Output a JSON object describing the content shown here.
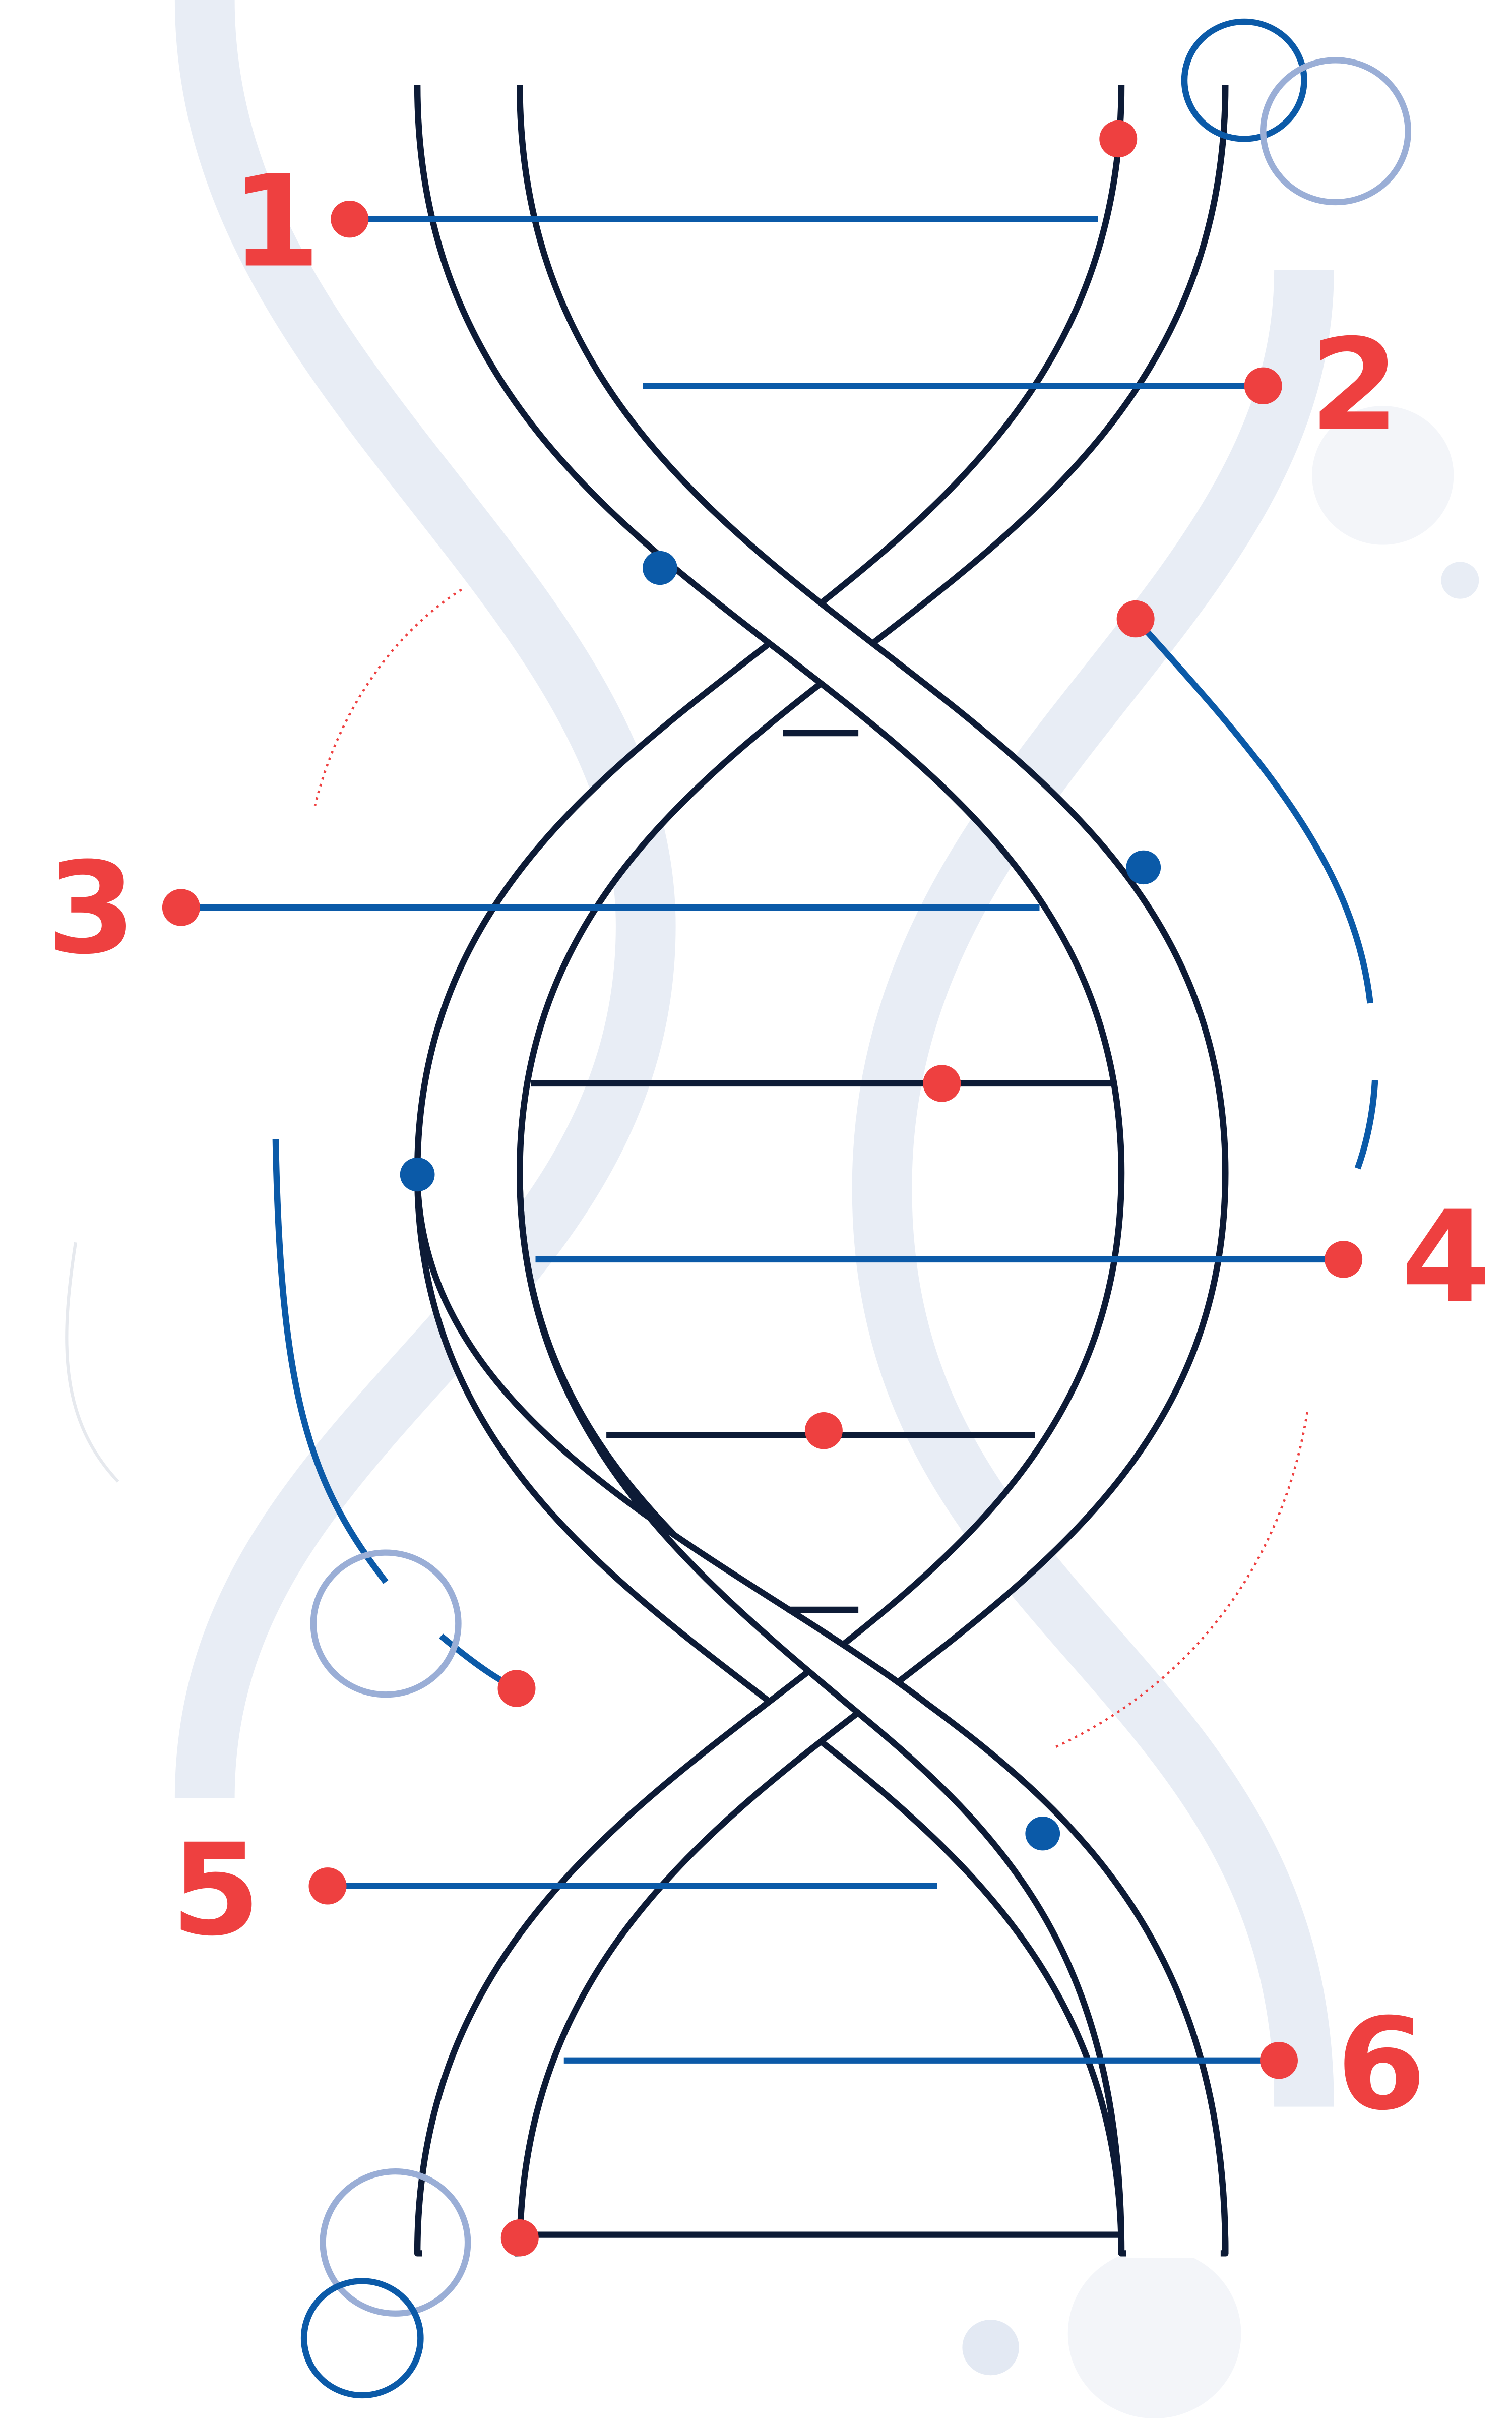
{
  "labels": [
    "1",
    "2",
    "3",
    "4",
    "5",
    "6"
  ],
  "colors": {
    "strand": "#0d1b36",
    "connector": "#0b5aa8",
    "accent": "#ee4040",
    "background_wave": "#e8edf5",
    "ring_light": "#9aaed6",
    "ring_dark": "#0b5aa8",
    "blob": "#f3f5f9"
  }
}
